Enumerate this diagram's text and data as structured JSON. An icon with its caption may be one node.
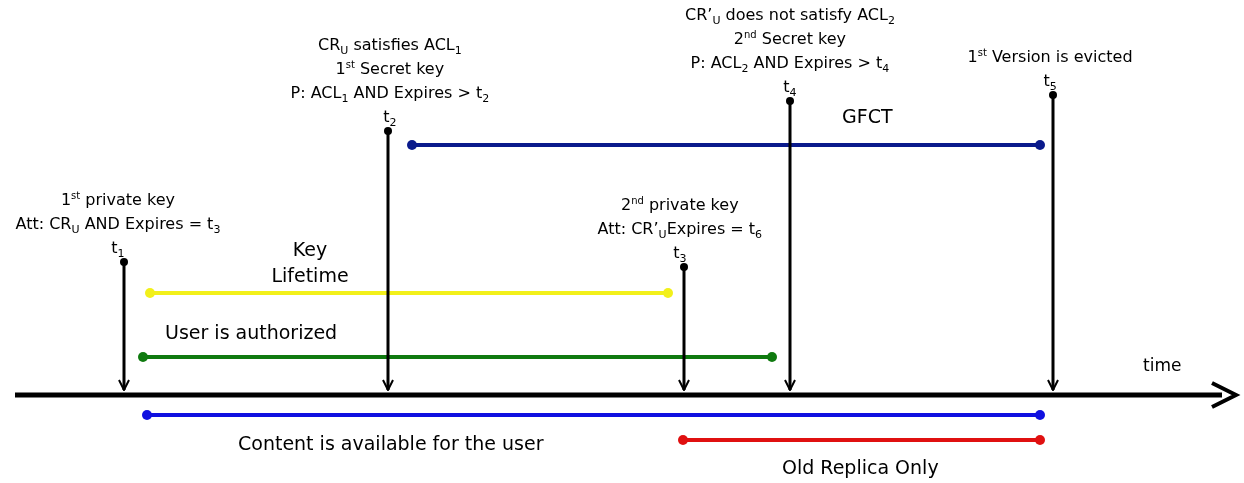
{
  "diagram": {
    "nodes": [
      {
        "text": [
          "1$^{st}$ private key",
          "Att: CR$_{U}$ AND Expires = t$_{3}$",
          "t$_{1}$"
        ]
      },
      {
        "text": [
          "CR$_{U}$ satisfies ACL$_{1}$",
          "1$^{st}$ Secret key",
          "P: ACL$_{1}$ AND Expires > t$_{2}$",
          "t$_{2}$"
        ]
      },
      {
        "text": [
          "2$^{nd}$ private key",
          "Att: CR’$_{U}$Expires = t$_{6}$",
          "t$_{3}$"
        ]
      },
      {
        "text": [
          "CR’$_{U}$ does not satisfy ACL$_{2}$",
          "2$^{nd}$ Secret key",
          "P: ACL$_{2}$ AND Expires > t$_{4}$",
          "t$_{4}$"
        ]
      },
      {
        "text": [
          "1$^{st}$ Version is evicted",
          "t$_{5}$"
        ]
      },
      {
        "text": [],
        "shape": "bar"
      }
    ],
    "edges": [
      {
        "from": 0,
        "to": 5,
        "arrow": "to"
      },
      {
        "from": 1,
        "to": 5,
        "arrow": "to"
      },
      {
        "from": 2,
        "to": 5,
        "arrow": "to"
      },
      {
        "from": 3,
        "to": 5,
        "arrow": "to"
      },
      {
        "from": 4,
        "to": 5,
        "arrow": "to"
      }
    ],
    "labels": [
      "GFCT",
      "Key Lifetime",
      "User is authorized",
      "time",
      "Content is available for the user",
      "Old Replica Only"
    ]
  }
}
